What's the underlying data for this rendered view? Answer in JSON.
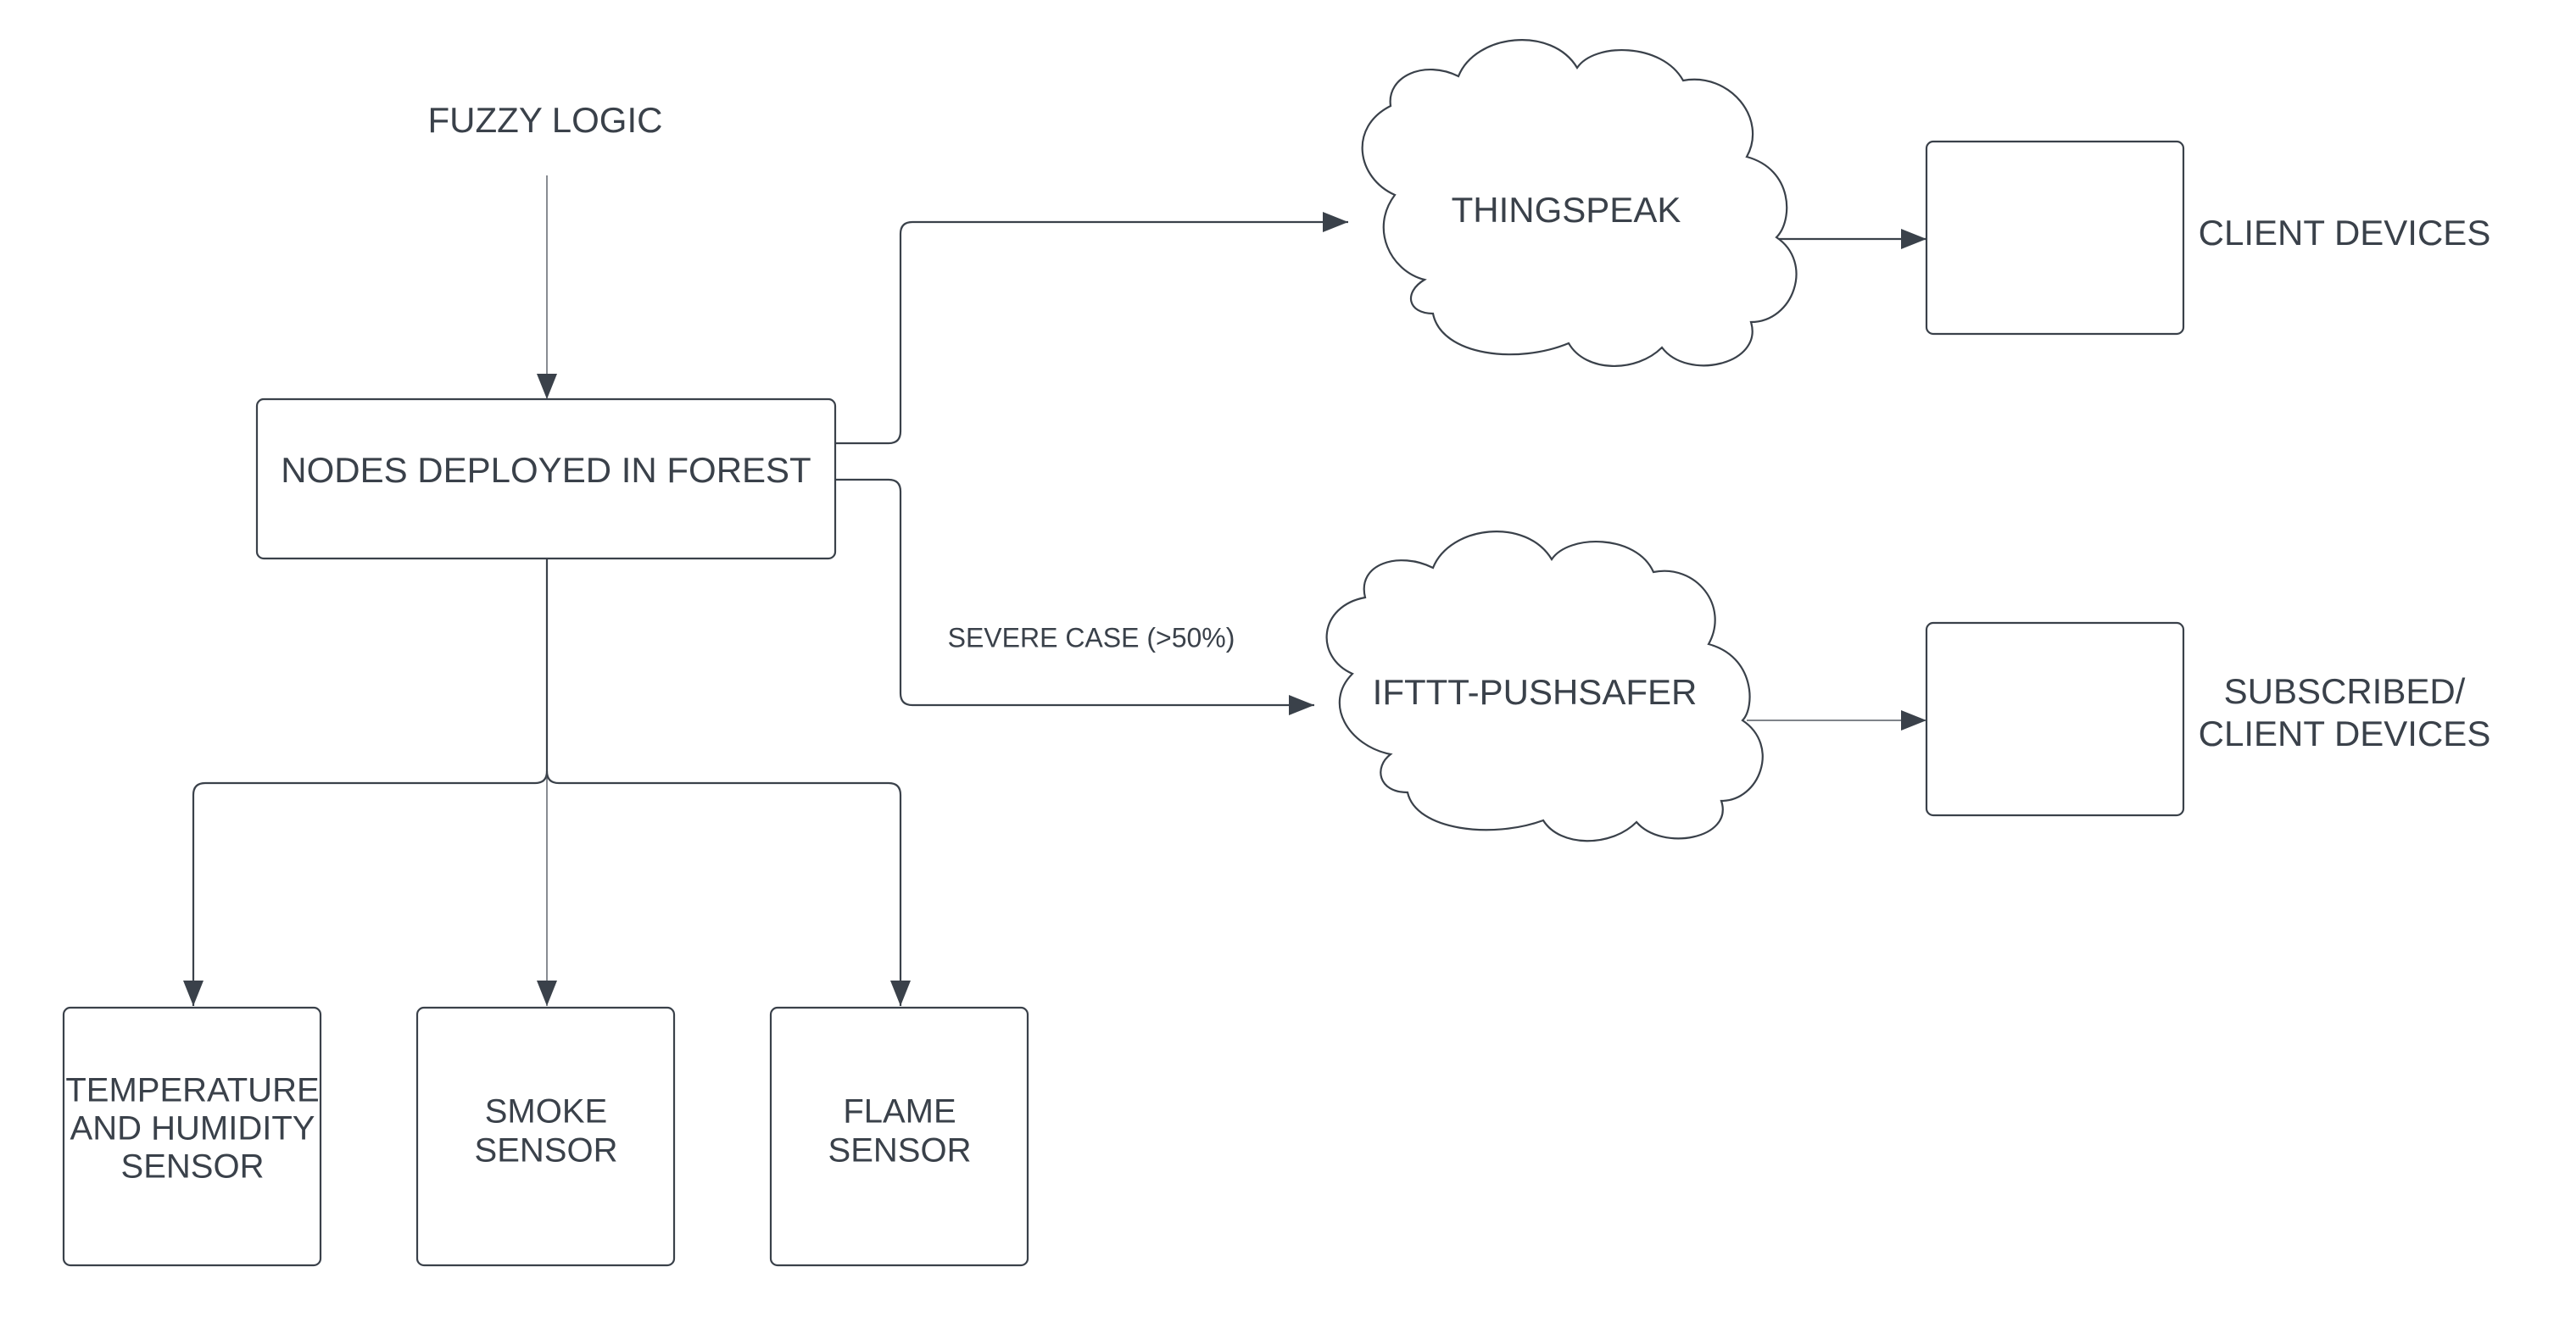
{
  "diagram": {
    "title": "",
    "fuzzy_logic_label": "FUZZY LOGIC",
    "nodes_label": "NODES DEPLOYED IN FOREST",
    "thingspeak_label": "THINGSPEAK",
    "ifttt_label": "IFTTT-PUSHSAFER",
    "severe_case_label": "SEVERE CASE (>50%)",
    "client_devices_label": "CLIENT DEVICES",
    "subscribed_line1": "SUBSCRIBED/",
    "subscribed_line2": "CLIENT DEVICES",
    "temp_sensor": [
      "TEMPERATURE",
      "AND HUMIDITY",
      "SENSOR"
    ],
    "smoke_sensor": [
      "SMOKE",
      "SENSOR"
    ],
    "flame_sensor": [
      "FLAME",
      "SENSOR"
    ],
    "colors": {
      "stroke": "#3a414a",
      "text": "#3a414a",
      "background": "#ffffff"
    }
  }
}
